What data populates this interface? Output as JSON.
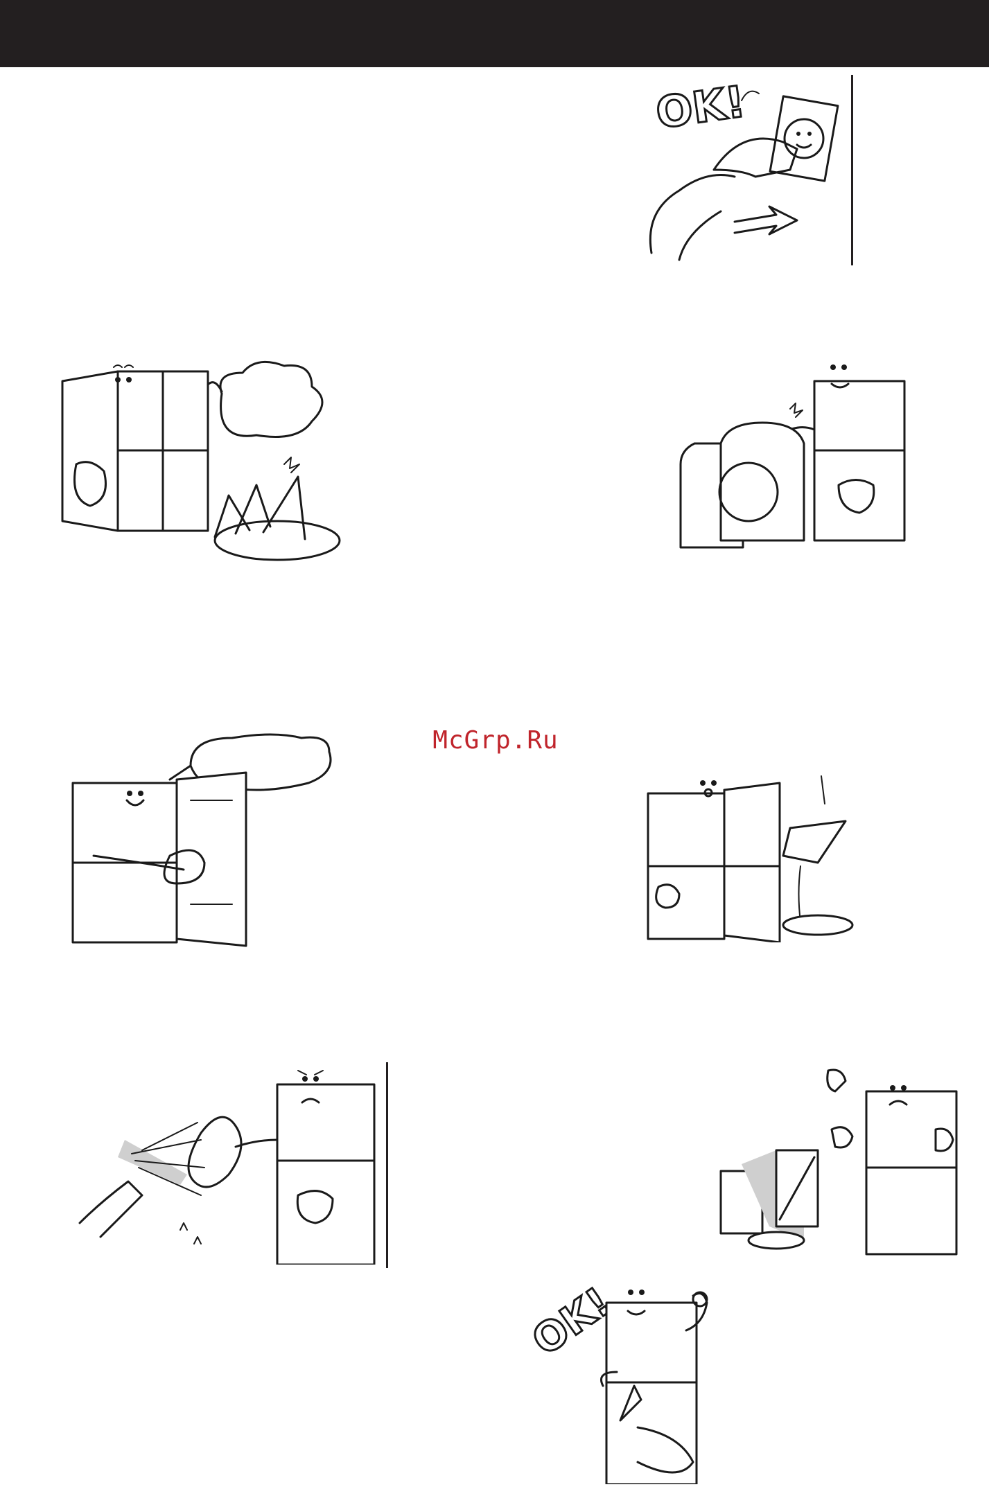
{
  "watermark": {
    "text": "McGrp.Ru",
    "color": "#c0242b"
  },
  "colors": {
    "header_bar": "#231f20",
    "ink": "#1a1a1a",
    "page": "#ffffff"
  },
  "illustrations": [
    {
      "id": "plug-ok",
      "caption_badge": "OK!"
    },
    {
      "id": "fridge-dish-cleaning"
    },
    {
      "id": "fridge-bottles"
    },
    {
      "id": "fridge-door-gasket"
    },
    {
      "id": "fridge-drain-tray"
    },
    {
      "id": "fridge-water-spray"
    },
    {
      "id": "fridge-chemicals"
    },
    {
      "id": "fridge-plug-ok",
      "caption_badge": "OK!"
    }
  ]
}
